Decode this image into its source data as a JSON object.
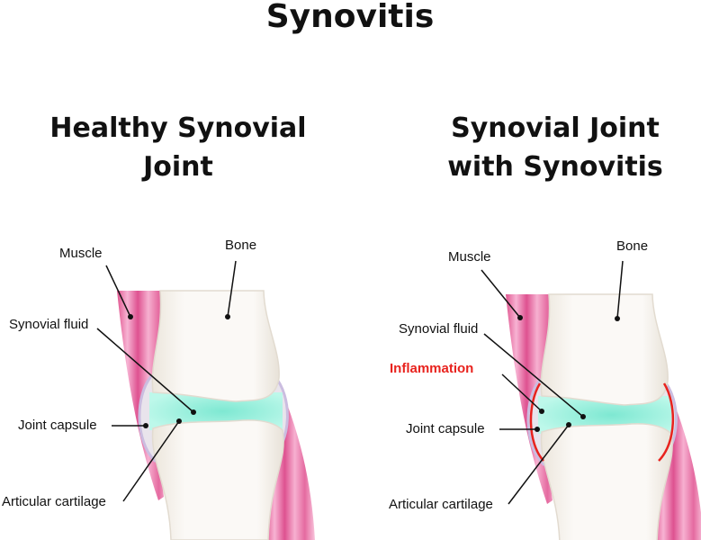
{
  "title": "Synovitis",
  "left": {
    "heading_line1": "Healthy Synovial",
    "heading_line2": "Joint",
    "labels": {
      "muscle": "Muscle",
      "bone": "Bone",
      "synovial_fluid": "Synovial fluid",
      "joint_capsule": "Joint capsule",
      "articular_cartilage": "Articular cartilage"
    }
  },
  "right": {
    "heading_line1": "Synovial Joint",
    "heading_line2": "with Synovitis",
    "labels": {
      "muscle": "Muscle",
      "bone": "Bone",
      "synovial_fluid": "Synovial fluid",
      "inflammation": "Inflammation",
      "joint_capsule": "Joint capsule",
      "articular_cartilage": "Articular cartilage"
    }
  },
  "colors": {
    "muscle": "#f3a6cc",
    "muscle_dark": "#dc4a8a",
    "bone": "#f8f5f0",
    "fluid": "#8ff0dc",
    "capsule": "#cbbde0",
    "inflammation": "#e8231e"
  }
}
